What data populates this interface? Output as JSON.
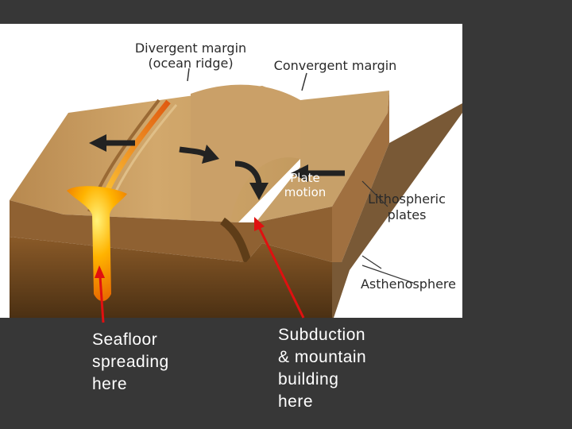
{
  "diagram": {
    "labels": {
      "divergent_line1": "Divergent margin",
      "divergent_line2": "(ocean ridge)",
      "convergent": "Convergent margin",
      "plate_motion_line1": "Plate",
      "plate_motion_line2": "motion",
      "lithospheric_line1": "Lithospheric",
      "lithospheric_line2": "plates",
      "asthenosphere": "Asthenosphere"
    }
  },
  "captions": {
    "seafloor": [
      "Seafloor",
      "spreading",
      "here"
    ],
    "subduction": [
      "Subduction",
      "& mountain",
      "building",
      "here"
    ]
  },
  "colors": {
    "background": "#373737",
    "pointer_arrows": "#e01010",
    "crust_top": "#c9a066",
    "crust_front": "#7a4f22",
    "asthenosphere": "#4e3414",
    "magma": "#ffb000"
  }
}
